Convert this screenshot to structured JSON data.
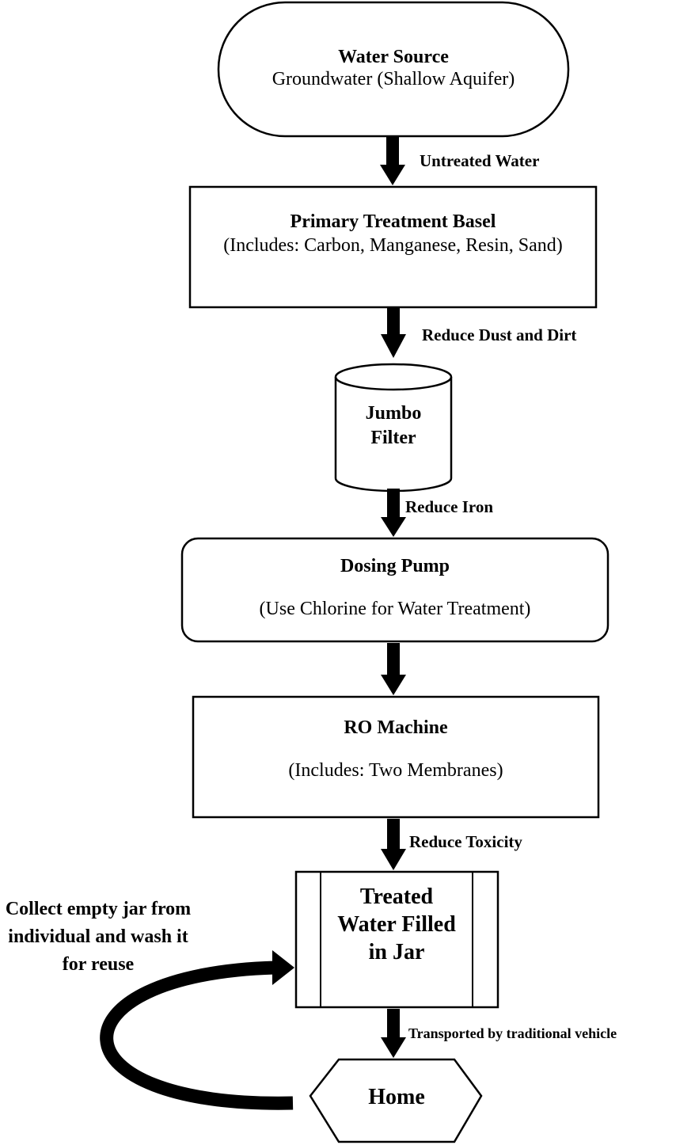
{
  "nodes": {
    "water_source": {
      "title": "Water Source",
      "subtitle": "Groundwater (Shallow Aquifer)"
    },
    "primary_treatment": {
      "title": "Primary Treatment Basel",
      "subtitle": "(Includes: Carbon, Manganese, Resin, Sand)"
    },
    "jumbo_filter": {
      "title": "Jumbo Filter"
    },
    "dosing_pump": {
      "title": "Dosing Pump",
      "subtitle": "(Use Chlorine for Water Treatment)"
    },
    "ro_machine": {
      "title": "RO Machine",
      "subtitle": "(Includes: Two Membranes)"
    },
    "treated_water": {
      "title": "Treated Water Filled in Jar"
    },
    "home": {
      "title": "Home"
    }
  },
  "edges": {
    "source_to_primary": "Untreated Water",
    "primary_to_filter": "Reduce Dust and Dirt",
    "filter_to_dosing": "Reduce Iron",
    "dosing_to_ro": "",
    "ro_to_jar": "Reduce Toxicity",
    "jar_to_home": "Transported by traditional vehicle",
    "home_to_jar_loop": "Collect empty jar from individual and wash it for reuse"
  }
}
